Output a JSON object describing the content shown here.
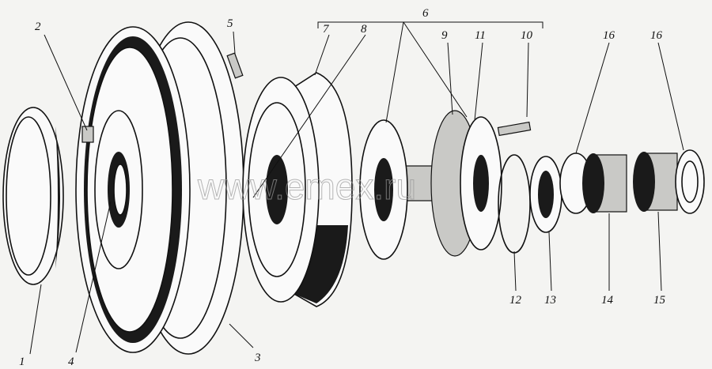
{
  "figure": {
    "labels": {
      "l1": "1",
      "l2": "2",
      "l3": "3",
      "l4": "4",
      "l5": "5",
      "l6": "6",
      "l7": "7",
      "l8": "8",
      "l9": "9",
      "l10": "10",
      "l11": "11",
      "l12": "12",
      "l13": "13",
      "l14": "14",
      "l15": "15",
      "l16a": "16",
      "l16b": "16"
    },
    "watermark": "www.emex.ru"
  }
}
